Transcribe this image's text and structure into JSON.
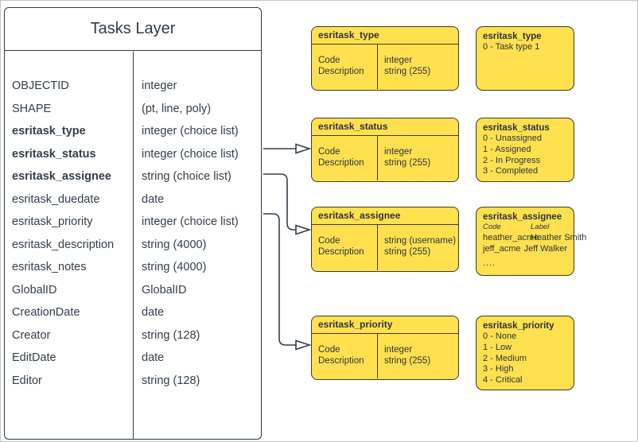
{
  "colors": {
    "accent_yellow": "#FFE14F",
    "box_border": "#3E3A2A",
    "line_color": "#35404B",
    "text_dark": "#333E49"
  },
  "tasks_layer": {
    "title": "Tasks Layer",
    "fields": [
      {
        "name": "OBJECTID",
        "type": "integer"
      },
      {
        "name": "SHAPE",
        "type": "(pt, line, poly)"
      },
      {
        "name": "esritask_type",
        "type": "integer (choice list)"
      },
      {
        "name": "esritask_status",
        "type": "integer (choice list)"
      },
      {
        "name": "esritask_assignee",
        "type": "string (choice list)"
      },
      {
        "name": "esritask_duedate",
        "type": "date"
      },
      {
        "name": "esritask_priority",
        "type": "integer (choice list)"
      },
      {
        "name": "esritask_description",
        "type": "string (4000)"
      },
      {
        "name": "esritask_notes",
        "type": "string (4000)"
      },
      {
        "name": "GlobalID",
        "type": "GlobalID"
      },
      {
        "name": "CreationDate",
        "type": "date"
      },
      {
        "name": "Creator",
        "type": "string (128)"
      },
      {
        "name": "EditDate",
        "type": "date"
      },
      {
        "name": "Editor",
        "type": "string (128)"
      }
    ]
  },
  "domain_tables": [
    {
      "title": "esritask_type",
      "rows": [
        [
          "Code",
          "integer"
        ],
        [
          "Description",
          "string (255)"
        ]
      ]
    },
    {
      "title": "esritask_status",
      "rows": [
        [
          "Code",
          "integer"
        ],
        [
          "Description",
          "string (255)"
        ]
      ]
    },
    {
      "title": "esritask_assignee",
      "rows": [
        [
          "Code",
          "string (username)"
        ],
        [
          "Description",
          "string (255)"
        ]
      ]
    },
    {
      "title": "esritask_priority",
      "rows": [
        [
          "Code",
          "integer"
        ],
        [
          "Description",
          "string (255)"
        ]
      ]
    }
  ],
  "value_lists": [
    {
      "title": "esritask_type",
      "items": [
        "0 - Task type 1"
      ]
    },
    {
      "title": "esritask_status",
      "items": [
        "0 - Unassigned",
        "1 - Assigned",
        "2 - In Progress",
        "3 - Completed"
      ]
    },
    {
      "title": "esritask_assignee",
      "col_headers": [
        "Code",
        "Label"
      ],
      "pairs": [
        [
          "heather_acme",
          "Heather Smith"
        ],
        [
          "jeff_acme",
          "Jeff Walker"
        ]
      ],
      "more": "...."
    },
    {
      "title": "esritask_priority",
      "items": [
        "0 - None",
        "1 - Low",
        "2 - Medium",
        "3 - High",
        "4 - Critical"
      ]
    }
  ]
}
